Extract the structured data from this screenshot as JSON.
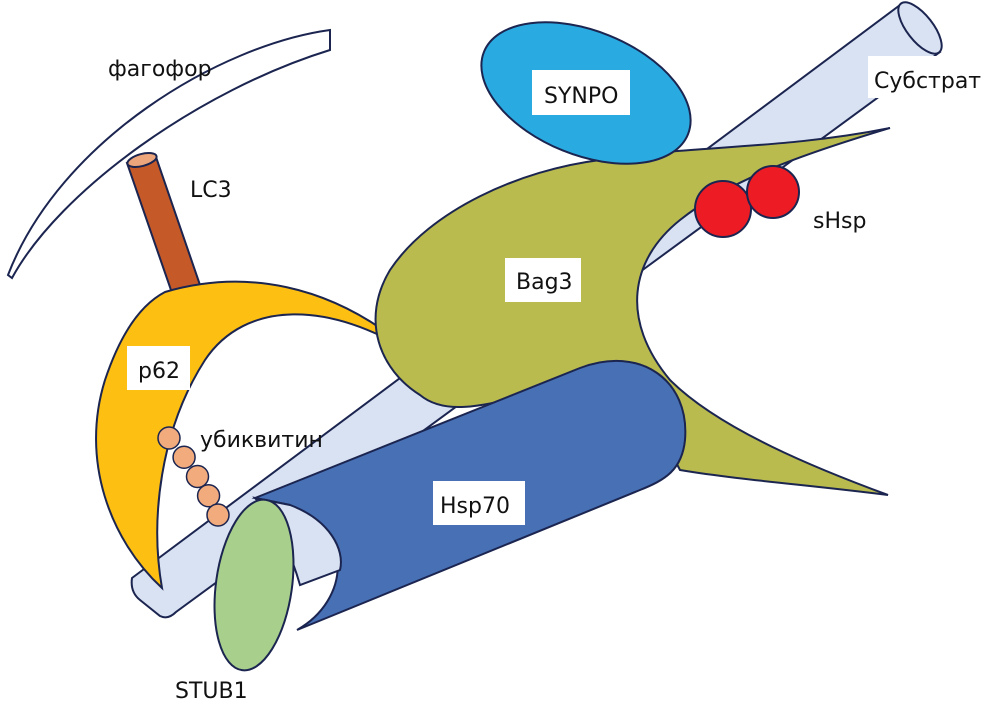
{
  "diagram": {
    "title": "Bag3 chaperone-assisted selective autophagy complex",
    "labels": {
      "phagophore": "фагофор",
      "lc3": "LC3",
      "synpo": "SYNPO",
      "substrate": "Субстрат",
      "shsp": "sHsp",
      "bag3": "Bag3",
      "p62": "p62",
      "ubiquitin": "убиквитин",
      "hsp70": "Hsp70",
      "stub1": "STUB1"
    },
    "colors": {
      "outline": "#1b2550",
      "phagophore": "#ffffff",
      "lc3": "#c55a28",
      "lc3_top": "#eda67c",
      "synpo": "#29abe2",
      "substrate": "#d9e2f2",
      "shsp": "#ed1c24",
      "bag3": "#b9bb4f",
      "p62": "#fdbf12",
      "ubiquitin": "#f2ab7c",
      "hsp70": "#4770b5",
      "stub1": "#a8cf8b",
      "label_bg": "#ffffff"
    },
    "ubiquitin_chain_count": 5
  }
}
